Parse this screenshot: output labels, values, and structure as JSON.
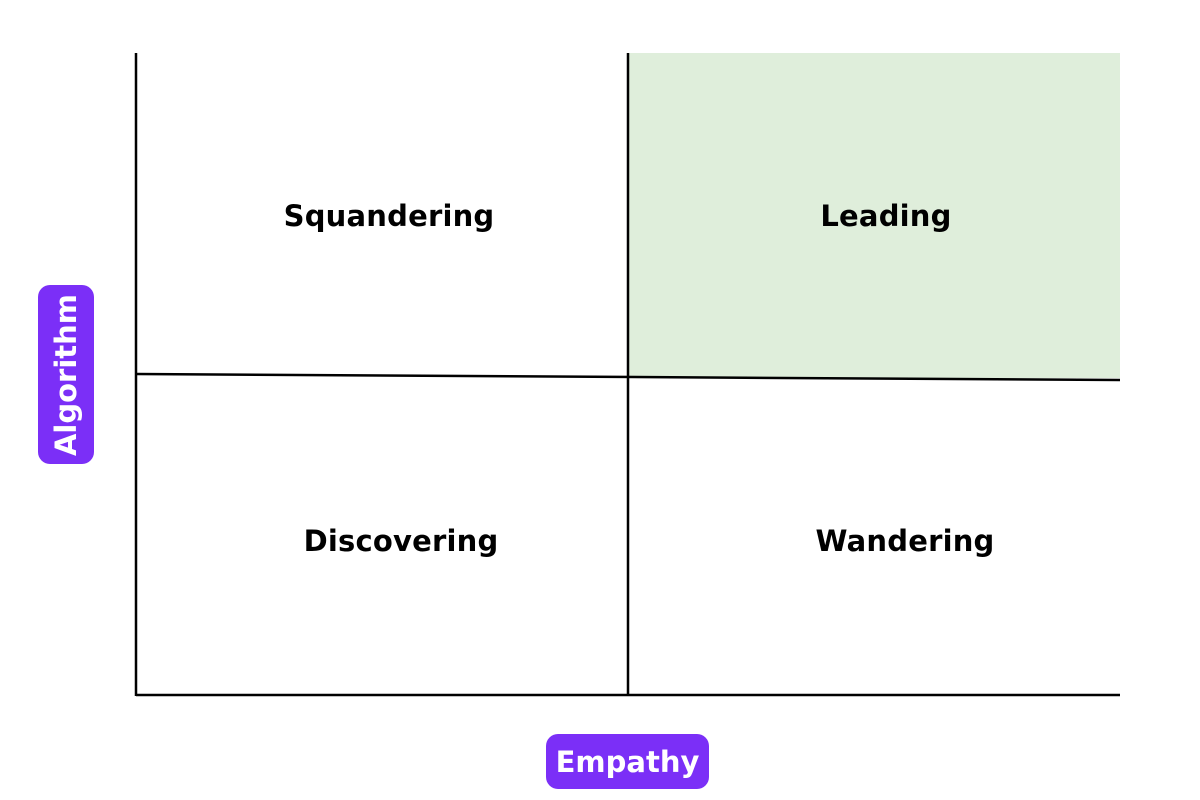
{
  "quadrants": {
    "top_left": "Squandering",
    "top_right": "Leading",
    "bottom_left": "Discovering",
    "bottom_right": "Wandering"
  },
  "axes": {
    "x_label": "Empathy",
    "y_label": "Algorithm"
  },
  "colors": {
    "highlight_fill": "#dfeedb",
    "pill_fill": "#7b2ff7",
    "line": "#000000"
  }
}
